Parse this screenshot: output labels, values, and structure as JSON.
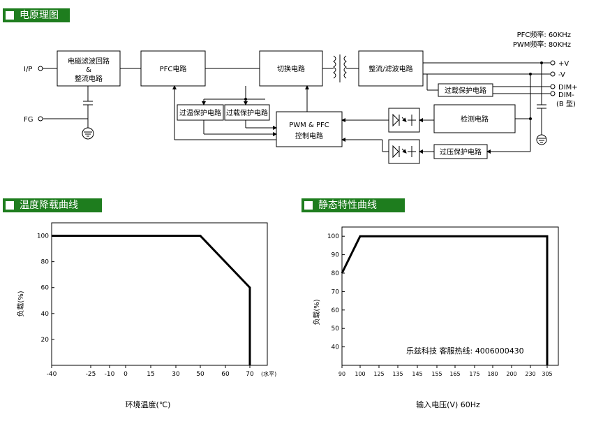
{
  "sections": {
    "block_diagram_title": "电原理图",
    "derating_title": "温度降载曲线",
    "static_title": "静态特性曲线"
  },
  "colors": {
    "header_bg": "#1e7d1e",
    "header_text": "#ffffff",
    "line": "#000000"
  },
  "block_diagram": {
    "freq_pfc": "PFC频率: 60KHz",
    "freq_pwm": "PWM频率: 80KHz",
    "input_label": "I/P",
    "fg_label": "FG",
    "emi_filter": [
      "电磁滤波回路",
      "&",
      "整流电路"
    ],
    "pfc_block": "PFC电路",
    "switch_block": "切换电路",
    "rectifier_block": "整流/滤波电路",
    "otp_block": "过温保护电路",
    "olp_block1": "过载保护电路",
    "olp_block2": "过载保护电路",
    "controller_block": [
      "PWM & PFC",
      "控制电路"
    ],
    "detect_block": "检测电路",
    "ovp_block": "过压保护电路",
    "out_vplus": "+V",
    "out_vminus": "-V",
    "out_dimplus": "DIM+",
    "out_dimminus": "DIM-",
    "out_btype": "(B 型)"
  },
  "chart_data": [
    {
      "type": "line",
      "title": "",
      "xlabel": "环境温度(℃)",
      "ylabel": "负载(%)",
      "x_ticks": [
        "-40",
        "-25",
        "-10",
        "0",
        "15",
        "30",
        "50",
        "60",
        "70"
      ],
      "x_tick_suffix": "(水平)",
      "y_ticks": [
        "20",
        "40",
        "60",
        "80",
        "100"
      ],
      "xlim": [
        -40,
        85
      ],
      "ylim": [
        0,
        110
      ],
      "series": [
        {
          "x": [
            -40,
            50,
            70,
            70
          ],
          "y": [
            100,
            100,
            60,
            0
          ]
        }
      ]
    },
    {
      "type": "line",
      "title": "",
      "xlabel": "输入电压(V) 60Hz",
      "ylabel": "负载(%)",
      "x_ticks": [
        "90",
        "100",
        "125",
        "135",
        "145",
        "155",
        "165",
        "175",
        "180",
        "200",
        "230",
        "305"
      ],
      "y_ticks": [
        "40",
        "50",
        "60",
        "70",
        "80",
        "90",
        "100"
      ],
      "ylim": [
        30,
        105
      ],
      "series": [
        {
          "x": [
            90,
            100,
            305,
            305
          ],
          "y": [
            80,
            100,
            100,
            30
          ]
        }
      ],
      "annotation": "乐兹科技 客服热线: 4006000430"
    }
  ]
}
